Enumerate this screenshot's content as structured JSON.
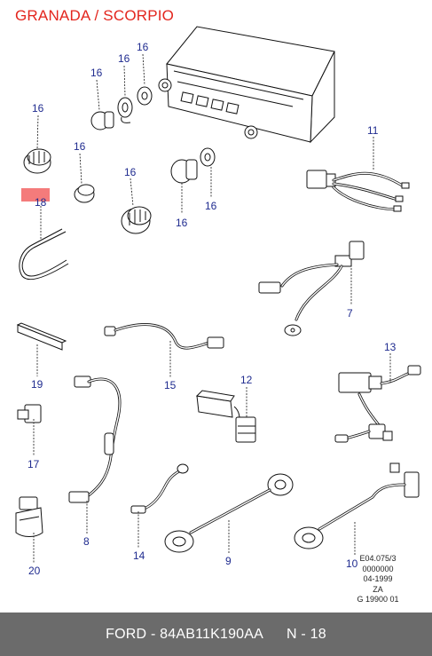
{
  "header": {
    "title": "GRANADA / SCORPIO"
  },
  "highlight": {
    "color": "#f47b7b"
  },
  "colors": {
    "title": "#e3261e",
    "callout": "#1f2b8f",
    "footer_bg": "#6b6b6b"
  },
  "callouts": {
    "c16a": "16",
    "c16b": "16",
    "c16c": "16",
    "c16d": "16",
    "c16e": "16",
    "c16f": "16",
    "c16g": "16",
    "c16h": "16",
    "c11": "11",
    "c18": "18",
    "c7": "7",
    "c19": "19",
    "c15": "15",
    "c13": "13",
    "c12": "12",
    "c17": "17",
    "c8": "8",
    "c14": "14",
    "c9": "9",
    "c10": "10",
    "c20": "20"
  },
  "reference": {
    "line1": "E04.075/3",
    "line2": "0000000",
    "line3": "04-1999",
    "line4": "ZA",
    "line5": "G 19900 01"
  },
  "footer": {
    "brand": "FORD",
    "dash": "-",
    "part_number": "84AB11K190AA",
    "page": "N - 18"
  }
}
